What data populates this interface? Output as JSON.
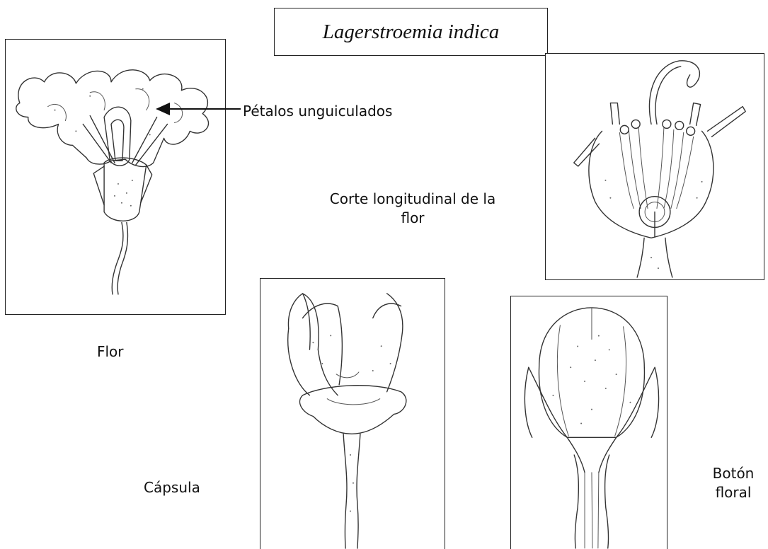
{
  "title": "Lagerstroemia indica",
  "labels": {
    "petalos": "Pétalos unguiculados",
    "corte_line1": "Corte longitudinal de la",
    "corte_line2": "flor",
    "flor": "Flor",
    "capsula": "Cápsula",
    "boton_line1": "Botón",
    "boton_line2": "floral"
  },
  "icons": {
    "flor": "flower-drawing-icon",
    "corte": "flower-section-drawing-icon",
    "capsula": "capsule-drawing-icon",
    "boton": "flower-bud-drawing-icon",
    "pointer": "arrow-left-icon"
  },
  "colors": {
    "ink": "#333333",
    "frame": "#222222",
    "background": "#ffffff"
  }
}
